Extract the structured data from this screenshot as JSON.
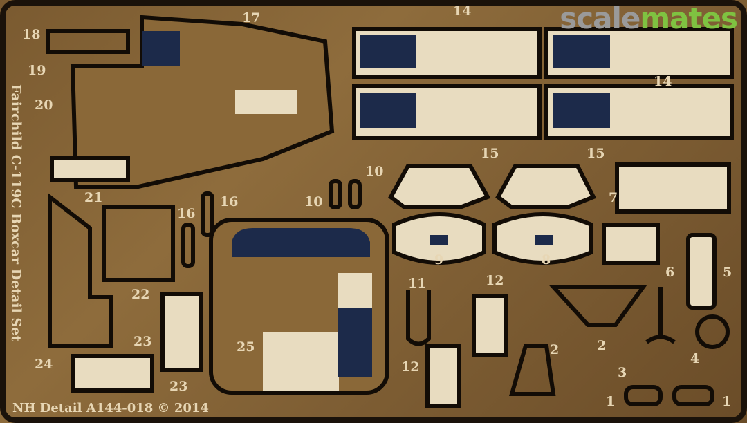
{
  "watermark": {
    "part1": "scale",
    "part2": "mates",
    "colors": {
      "scale": "#9a9a9a",
      "mates": "#7fc241"
    }
  },
  "fret_title": "Fairchild C-119C Boxcar Detail Set",
  "footer": "NH Detail A144-018 © 2014",
  "part_numbers": [
    "18",
    "17",
    "14",
    "14",
    "19",
    "20",
    "21",
    "16",
    "16",
    "10",
    "10",
    "15",
    "15",
    "7",
    "9",
    "8",
    "6",
    "5",
    "11",
    "12",
    "22",
    "23",
    "23",
    "24",
    "25",
    "2",
    "2",
    "4",
    "3",
    "12",
    "1",
    "1"
  ]
}
